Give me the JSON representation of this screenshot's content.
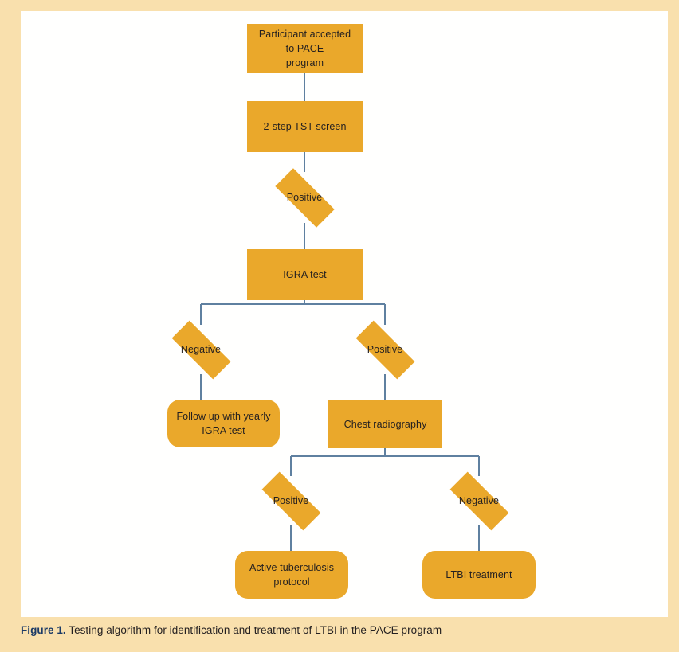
{
  "figure": {
    "frame_color": "#f9e0ad",
    "canvas_color": "#ffffff",
    "node_fill": "#eaa82b",
    "connector_color": "#5f80a0",
    "caption_label": "Figure 1.",
    "caption_text": " Testing algorithm for identification and treatment of LTBI in the PACE program"
  },
  "chart_data": {
    "type": "diagram",
    "title": "Testing algorithm for identification and treatment of LTBI in the PACE program",
    "diagram_kind": "flowchart",
    "nodes": [
      {
        "id": "n1",
        "label": "Participant accepted to PACE program",
        "shape": "rectangle"
      },
      {
        "id": "n2",
        "label": "2-step TST screen",
        "shape": "rectangle"
      },
      {
        "id": "n3",
        "label": "Positive",
        "shape": "diamond"
      },
      {
        "id": "n4",
        "label": "IGRA test",
        "shape": "rectangle"
      },
      {
        "id": "n5",
        "label": "Negative",
        "shape": "diamond"
      },
      {
        "id": "n6",
        "label": "Positive",
        "shape": "diamond"
      },
      {
        "id": "n7",
        "label": "Follow up with yearly IGRA test",
        "shape": "rounded-rectangle"
      },
      {
        "id": "n8",
        "label": "Chest radiography",
        "shape": "rectangle"
      },
      {
        "id": "n9",
        "label": "Positive",
        "shape": "diamond"
      },
      {
        "id": "n10",
        "label": "Negative",
        "shape": "diamond"
      },
      {
        "id": "n11",
        "label": "Active tuberculosis protocol",
        "shape": "rounded-rectangle"
      },
      {
        "id": "n12",
        "label": "LTBI treatment",
        "shape": "rounded-rectangle"
      }
    ],
    "edges": [
      {
        "from": "n1",
        "to": "n2"
      },
      {
        "from": "n2",
        "to": "n3"
      },
      {
        "from": "n3",
        "to": "n4"
      },
      {
        "from": "n4",
        "to": "n5"
      },
      {
        "from": "n4",
        "to": "n6"
      },
      {
        "from": "n5",
        "to": "n7"
      },
      {
        "from": "n6",
        "to": "n8"
      },
      {
        "from": "n8",
        "to": "n9"
      },
      {
        "from": "n8",
        "to": "n10"
      },
      {
        "from": "n9",
        "to": "n11"
      },
      {
        "from": "n10",
        "to": "n12"
      }
    ]
  },
  "nodes": {
    "participant_accepted": "Participant accepted to PACE\nprogram",
    "tst_screen": "2-step TST screen",
    "tst_positive": "Positive",
    "igra_test": "IGRA test",
    "igra_negative": "Negative",
    "igra_positive": "Positive",
    "follow_up": "Follow up with yearly\nIGRA test",
    "chest_radiography": "Chest radiography",
    "cxr_positive": "Positive",
    "cxr_negative": "Negative",
    "active_tb_protocol": "Active tuberculosis\nprotocol",
    "ltbi_treatment": "LTBI treatment"
  }
}
